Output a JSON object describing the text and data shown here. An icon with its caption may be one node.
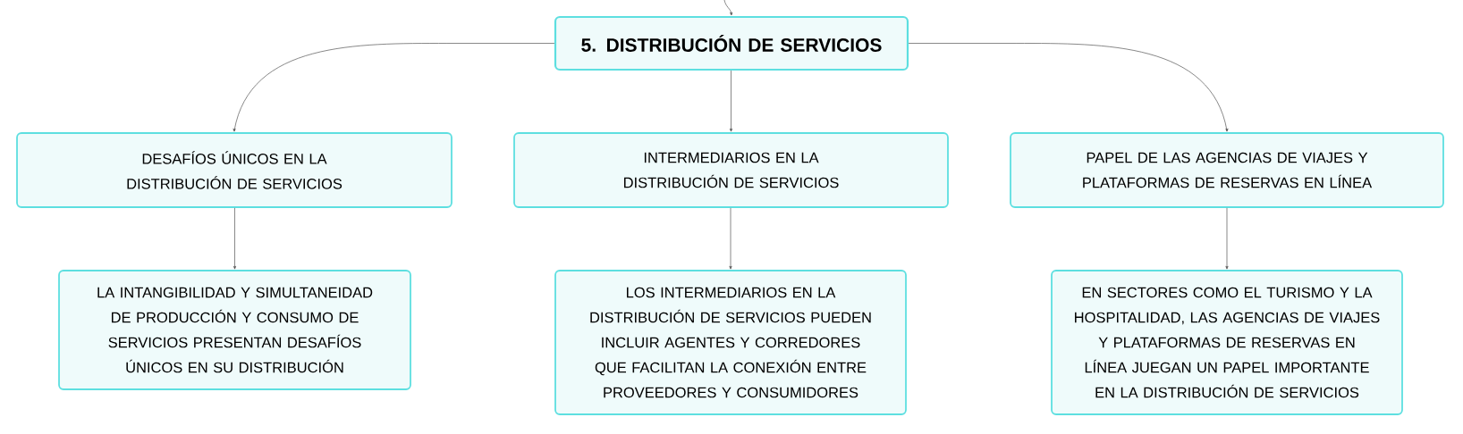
{
  "diagram": {
    "nodes": [
      {
        "text": [
          "5. DISTRIBUCIÓN DE SERVICIOS"
        ]
      },
      {
        "text": [
          "DESAFÍOS ÚNICOS EN LA DISTRIBUCIÓN DE SERVICIOS"
        ]
      },
      {
        "text": [
          "INTERMEDIARIOS EN LA DISTRIBUCIÓN DE SERVICIOS"
        ]
      },
      {
        "text": [
          "PAPEL DE LAS AGENCIAS DE VIAJES Y PLATAFORMAS DE RESERVAS EN LÍNEA"
        ]
      },
      {
        "text": [
          "LA INTANGIBILIDAD Y SIMULTANEIDAD DE PRODUCCIÓN Y CONSUMO DE SERVICIOS PRESENTAN DESAFÍOS ÚNICOS EN SU DISTRIBUCIÓN"
        ]
      },
      {
        "text": [
          "LOS INTERMEDIARIOS EN LA DISTRIBUCIÓN DE SERVICIOS PUEDEN INCLUIR AGENTES Y CORREDORES QUE FACILITAN LA CONEXIÓN ENTRE PROVEEDORES Y CONSUMIDORES"
        ]
      },
      {
        "text": [
          "EN SECTORES COMO EL TURISMO Y LA HOSPITALIDAD, LAS AGENCIAS DE VIAJES Y PLATAFORMAS DE RESERVAS EN LÍNEA JUEGAN UN PAPEL IMPORTANTE EN LA DISTRIBUCIÓN DE SERVICIOS"
        ]
      }
    ],
    "edges": [
      {
        "from": null,
        "to": 0,
        "arrow": "to"
      },
      {
        "from": 0,
        "to": 1,
        "arrow": "to"
      },
      {
        "from": 0,
        "to": 2,
        "arrow": "to"
      },
      {
        "from": 0,
        "to": 3,
        "arrow": "to"
      },
      {
        "from": 1,
        "to": 4,
        "arrow": "to"
      },
      {
        "from": 2,
        "to": 5,
        "arrow": "to"
      },
      {
        "from": 3,
        "to": 6,
        "arrow": "to"
      }
    ]
  }
}
